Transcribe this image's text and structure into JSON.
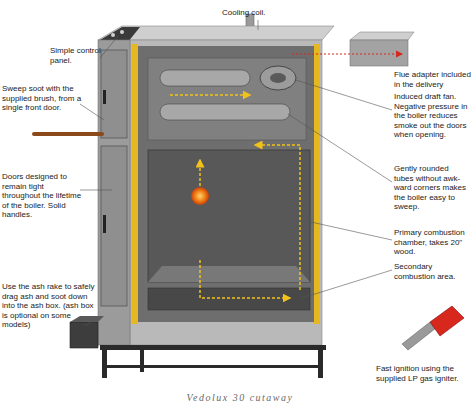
{
  "diagram": {
    "caption": "Vedolux 30 cutaway",
    "labels": [
      "Cooling coil.",
      "Simple control panel.",
      "Flue adapter included in the delivery",
      "Sweep soot with the supplied brush, from a single front door.",
      "Induced draft fan. Negative pressure in the boiler reduces smoke out the doors when opening.",
      "Gently rounded tubes without awk- ward corners makes the boiler easy to sweep.",
      "Doors designed to remain tight throughout the lifetime of the boiler. Solid handles.",
      "Primary combustion chamber, takes 20\" wood.",
      "Secondary combustion area.",
      "Use the ash rake to safely drag ash and soot down into the ash box. (ash box is optional on some models)",
      "Fast ignition using the supplied LP gas igniter."
    ]
  }
}
